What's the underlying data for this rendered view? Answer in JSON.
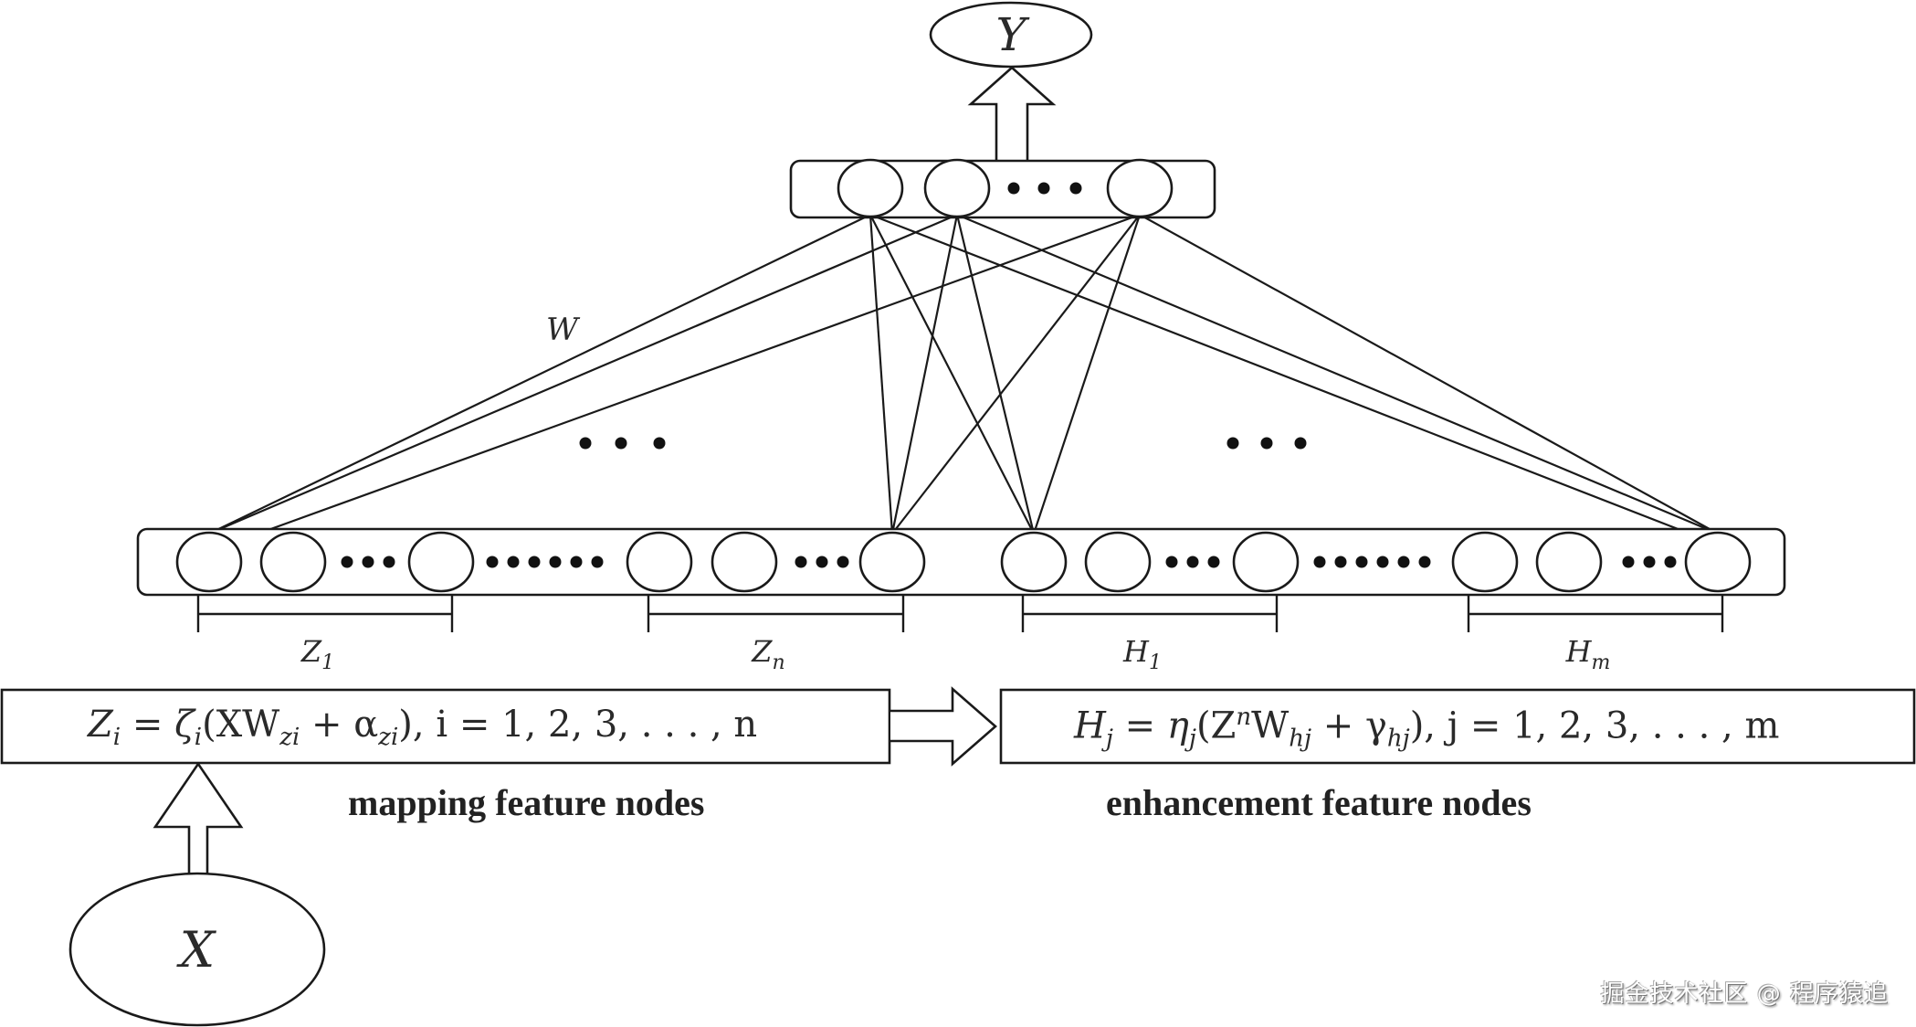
{
  "title": "Broad Learning System architecture",
  "output_node": {
    "label": "Y"
  },
  "input_node": {
    "label": "X"
  },
  "weight_label": "W",
  "output_layer": {
    "visible_nodes": 3,
    "ellipsis": "•••"
  },
  "hidden_layer": {
    "groups": [
      {
        "id": "Z1",
        "base": "Z",
        "sub": "1",
        "type": "mapping"
      },
      {
        "id": "Zn",
        "base": "Z",
        "sub": "n",
        "type": "mapping"
      },
      {
        "id": "H1",
        "base": "H",
        "sub": "1",
        "type": "enhancement"
      },
      {
        "id": "Hm",
        "base": "H",
        "sub": "m",
        "type": "enhancement"
      }
    ],
    "nodes_per_group_visible": 3,
    "inner_ellipsis": "•••",
    "between_groups_ellipsis": "••••••"
  },
  "connection_ellipses": [
    "• • •",
    "• • •"
  ],
  "mapping_formula": {
    "lhs": "Z",
    "lhs_sub": "i",
    "fn": "ζ",
    "fn_sub": "i",
    "text_parts": [
      "(XW",
      "zi",
      " + α",
      "zi",
      "), i = 1, 2, 3, . . . , n"
    ]
  },
  "enhancement_formula": {
    "lhs": "H",
    "lhs_sub": "j",
    "fn": "η",
    "fn_sub": "j",
    "text_parts": [
      "(Z",
      "n",
      "W",
      "hj",
      " + γ",
      "hj",
      "), j = 1, 2, 3, . . . , m"
    ]
  },
  "captions": {
    "mapping": "mapping feature nodes",
    "enhancement": "enhancement feature nodes"
  },
  "watermark": "掘金技术社区 @ 程序猿追"
}
